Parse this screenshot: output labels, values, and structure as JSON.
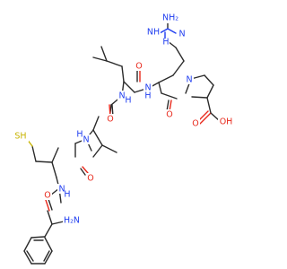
{
  "diagram": {
    "atoms": {
      "nh2_top": "NH₂",
      "nh_guan": "NH",
      "n_guan": "N",
      "h_guan": "H",
      "o_pro": "O",
      "oh_pro": "OH",
      "n_pro": "N",
      "o_arg": "O",
      "o_leu": "O",
      "n_leu_h": "N",
      "h_leu": "H",
      "n_arg_h": "N",
      "h_arg": "H",
      "o_val": "O",
      "n_val_h": "N",
      "h_val": "H",
      "sh": "SH",
      "o_cys": "O",
      "n_cys_h": "N",
      "h_cys": "H",
      "o_phe": "O",
      "h2n_phe": "H₂N"
    },
    "colors": {
      "bond": "#2b2b2b",
      "oxygen": "#e8291c",
      "nitrogen": "#1f3df0",
      "sulfur": "#c7b300"
    }
  }
}
